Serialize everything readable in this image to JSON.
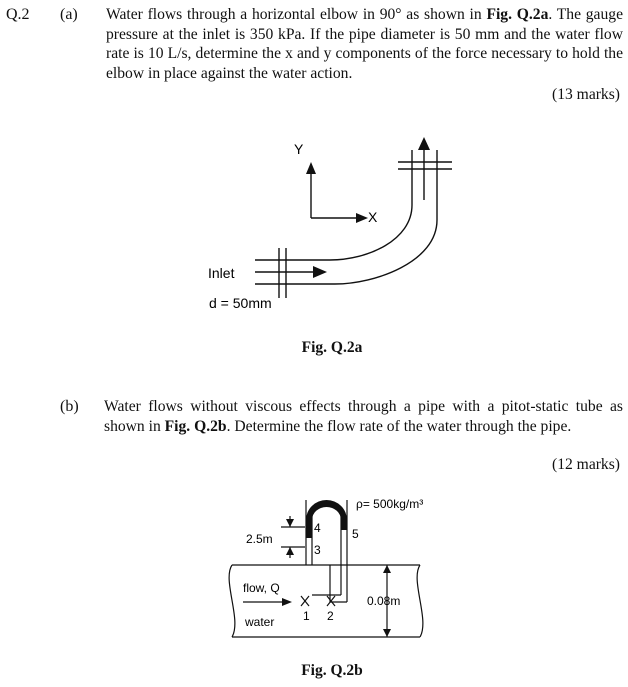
{
  "question": {
    "number": "Q.2",
    "a": {
      "label": "(a)",
      "text_1": "Water flows through a horizontal elbow in 90° as shown in ",
      "ref": "Fig. Q.2a",
      "text_2": ". The gauge pressure at the inlet is 350 kPa. If the pipe diameter is 50 mm and the water flow rate is 10 L/s, determine the x and y components of the force necessary to hold the elbow in place against the water action.",
      "marks": "(13 marks)",
      "figure": {
        "caption": "Fig. Q.2a",
        "y_label": "Y",
        "x_label": "X",
        "inlet_label": "Inlet",
        "diameter_label": "d = 50mm"
      }
    },
    "b": {
      "label": "(b)",
      "text_1": "Water flows without viscous effects through a pipe with a pitot-static tube as shown in ",
      "ref": "Fig. Q.2b",
      "text_2": ". Determine the flow rate of the water through the pipe.",
      "marks": "(12 marks)",
      "figure": {
        "caption": "Fig. Q.2b",
        "density_label": "ρ= 500kg/m³",
        "height_label": "2.5m",
        "diameter_label": "0.08m",
        "flow_label": "flow, Q",
        "fluid_label": "water",
        "point_1": "1",
        "point_2": "2",
        "point_3": "3",
        "point_4": "4",
        "point_5": "5"
      }
    }
  }
}
